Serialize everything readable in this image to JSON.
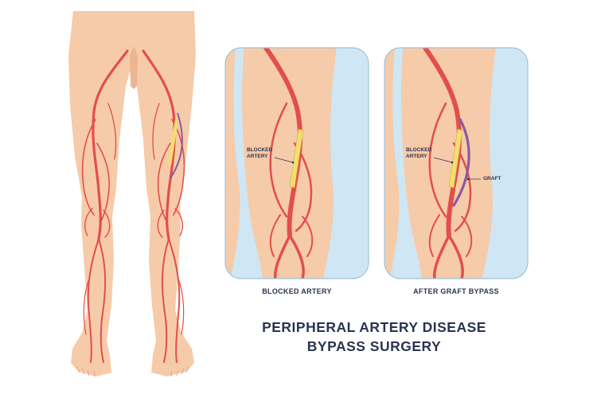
{
  "panels": {
    "blocked": {
      "caption": "BLOCKED ARTERY",
      "label": "BLOCKED\nARTERY"
    },
    "graft": {
      "caption": "AFTER GRAFT BYPASS",
      "label_blocked": "BLOCKED\nARTERY",
      "label_graft": "GRAFT"
    }
  },
  "title": {
    "line1": "PERIPHERAL ARTERY DISEASE",
    "line2": "BYPASS SURGERY"
  },
  "colors": {
    "skin": "#f6cba9",
    "artery": "#e24f4a",
    "background_panel": "#cfe6f5",
    "plaque": "#f4de6e",
    "graft": "#8a5a9e",
    "text": "#2b3350"
  }
}
